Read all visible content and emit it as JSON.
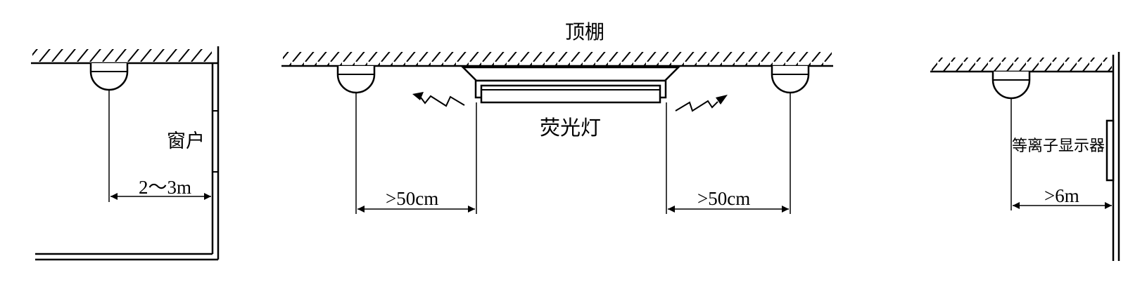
{
  "panel_left": {
    "window_label": "窗户",
    "distance_label": "2～3m"
  },
  "panel_middle": {
    "ceiling_label": "顶棚",
    "lamp_label": "荧光灯",
    "distance_left_label": ">50cm",
    "distance_right_label": ">50cm"
  },
  "panel_right": {
    "display_label": "等离子显示器",
    "distance_label": ">6m"
  }
}
